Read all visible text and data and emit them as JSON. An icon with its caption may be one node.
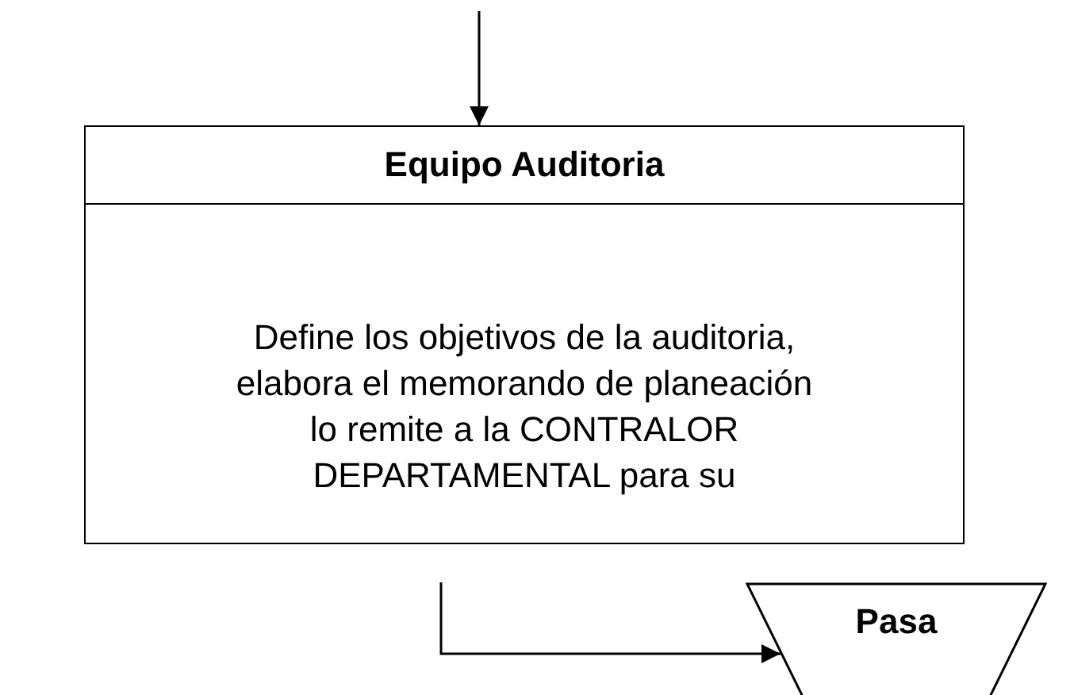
{
  "diagram": {
    "nodes": [
      {
        "text": [
          "Equipo Auditoria",
          "Define los objetivos de la auditoria, elabora el memorando de planeación lo remite a la CONTRALOR DEPARTAMENTAL para su"
        ]
      },
      {
        "text": [
          "Pasa"
        ]
      }
    ],
    "edges": [
      {
        "from": null,
        "to": 0,
        "arrow": "to"
      },
      {
        "from": null,
        "to": 1,
        "arrow": "to"
      }
    ]
  }
}
